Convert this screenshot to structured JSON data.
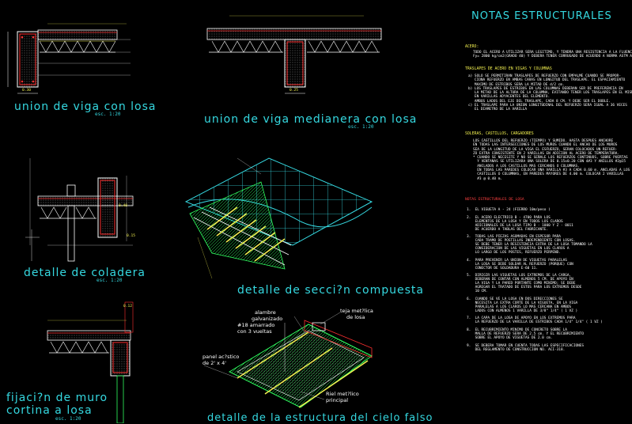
{
  "drawing_titles": {
    "union_viga_losa": "union de viga con losa",
    "union_viga_medianera": "union de viga medianera con losa",
    "detalle_coladera": "detalle de coladera",
    "detalle_seccion_compuesta": "detalle de secci?n compuesta",
    "fijacion_muro_line1": "fijaci?n de muro",
    "fijacion_muro_line2": "cortina a losa",
    "detalle_cielo_falso": "detalle de la estructura del cielo falso"
  },
  "scales": {
    "s1": "esc. 1:20",
    "s2": "esc. 1:20",
    "s3": "esc. 1:20",
    "s4": "esc. 1:20"
  },
  "labels": {
    "cielo_falso_1": "alambre",
    "cielo_falso_2": "galvanizado",
    "cielo_falso_3": "#18 amarrado",
    "cielo_falso_4": "con 3 vueltas",
    "teja_1": "teja met?lica",
    "teja_2": "de losa",
    "panel_1": "panel ac?stico",
    "panel_2": "de 2' x 4'",
    "riel_1": "Riel met?lico",
    "riel_2": "principal",
    "dim_030": "0.30",
    "dim_040": "0.40",
    "dim_025": "0.25",
    "dim_015": "0.15",
    "dim_012": "0.12"
  },
  "notes": {
    "title": "NOTAS ESTRUCTURALES",
    "acero_head": "ACERO:",
    "acero_body": "TODO EL ACERO A UTILIZAR SERA LEGITIMO, Y TENDRA UNA RESISTENCIA A LA FLUENCIA\nFy= 2800 kg/cm2(GRADO 40) Y DEBERA TENER CORRUGADO DE ACUERDO A NORMA ASTM A-615",
    "traslapes_head": "TRASLAPES DE ACERO EN VIGAS Y COLUMNAS",
    "traslapes_body": "a) SOLO SE PERMITIRAN TRASLAPES DE REFUERZO CON EMPALME CUANDO SE PROPOR-\n   CIONA REFUERZO EN AMBAS CARAS EN LONGITUD DEL TRASLAPE. EL ESPACIAMIENTO\n   MAXIMO DE ESTRIBOS SERA LA MITAD DE d/2 cm.\nb) LOS TRASLAPES DE ESTRIBOS EN LAS COLUMNAS DEBERAN SER DE PREFERENCIA EN\n   LA MITAD DE LA ALTURA DE LA COLUMNA, EVITANDO TENER LOS TRASLAPES EN EL MISMO PUNTO\n   EN VARILLAS ADYACENTES DEL ELEMENTO.\n   AMBOS LADOS DEL EJE DEL TRASLAPE, CADA 8 CM. Y DEBE SER EL DOBLE.\nc) EL TRASLAPE PARA LA UNION LONGITUDINAL DEL REFUERZO SERA IGUAL A 36 VECES\n   EL DIAMETRO DE LA VARILLA",
    "soleras_head": "SOLERAS, CASTILLOS, CARGADORES",
    "soleras_body": "LOS CASTILLOS DEL REFUERZO (TIEMPO) Y SUMIDO. HASTA DESPUES ANCHORE\nEN TODAS LAS INTERSECCIONES DE LOS MUROS CUANDO EL ANCHO DE LOS MUROS\nSEA DE LA LONGITUD DE LA VIGA EL ESFUERZO, SERAN COLOCADOS UN REFUER-\nZO EXTRA CONSISTENTE EN 2 VARILLAS EN ADICION AL ACERO DE TEMPERATURA.\n* CUANDO SE NECESITE Y NO SE SEÑALE LOS REFUERZOS CONTINUOS, SOBRE PUERTAS\n  Y VENTANAS SE UTILIZARA UNA SOLERA DE 0.15x0.20 CON 4#3 Y ANILLOS #2@15\n  ANCLADOS A LOS CASTILLOS MAS CERCANOS O COLUMNAS.\n  EN TODAS LAS PAREDES COLOCAR UNA VARILLA #3 A CADA 0.60 m. ANCLADAS A LOS\n  CASTILLOS O COLUMNAS, EN PAREDES MAYORES DE 4.00 m. COLOCAR 2 VARILLAS\n  #3 @ 0.40 m.",
    "losa_head": "NOTAS ESTRUCTURALES DE LOSA",
    "losa_body": "1.  EL VIGUETA A - 24 (FIERRO 10m/peso )\n\n2.  EL ACERO ELECTRICO B - 4700 PARA LOS\n    ELEMENTOS DE LA LOSA Y EN TODOS LOS CLAROS\n    ADICIONALES DE LA LOSA TIPO B - 1000 Y Z - 0011\n    DE ACUERDO A TABLAS DEL FABRICANTE.\n\n3.  TODAS LAS PIEZAS ASOMADAS EN ESPESOR PARA\n    CADA TRAMO DE POSTILLAS INDEPENDIENTE CON LOSAS.\n    SE DEBE TENER LA RESISTENCIA EXTRA DE LA LOSA TOMANDO LA\n    CONSIDERACION DE LAS VIGUETAS EN LOS CLAROS A\n    LO LARGO DE LOS POSTES, REFUERZO PERPEND.\n\n4.  PARA PREVENIR LA UNION DE VIGUETAS PARALELAS\n    LA LOSA SE DEBE SOLDAR AL REFUERZO (PORQUE) CON\n    CONECTOR DE SOLDADURA E-60 11.\n\n5.  DIRIGIR LAS VIGUETAS LOS EXTREMOS DE LA CARGA,\n    DEBERAN DE CONTAR CON ALMENOS 5 CM. DE APOYO EN\n    LA VIGA Y LA PARED PORTANTE COMO MINIMO; SE DEBE\n    AGREGAR EL TRATADO DE ESTOS PARA LOS EXTREMOS DESDE\n    10 CM.\n\n6.  CUANDO SE VE LA LOSA EN DOS DIRECCIONES SE\n    NECESITA LA EXTRA CORTE DE LA VIGUETA, EN LA VIGA\n    PARALELAS A LOS CLAROS LO MAS CERCANA EN AMBOS\n    LADOS CON ALMENOS 1 VARILLA DE 3/8\" 1/4\" ( 1 VZ )\n\n7.  LA CAPA DE LA LOSA DE APOYO EN LOS EXTREMOS PARA\n    LA REFUERZO DE LA VARILLA DE ESTRIBOS CADA 1/4\" 1/4\" ( 1 VZ )\n\n8.  EL RECUBRIMIENTO MINIMO DE CONCRETO SOBRE LA\n    MALLA DE REFUERZO SERA DE 2.5 cm. Y EL RECUBRIMIENTO\n    SOBRE EL APOYO DE VIGUETAS DE 2.0 cm.\n\n9.  SE DEBERA TOMAR EN CUENTA TODAS LAS ESPECIFICACIONES\n    DEL REGLAMENTO DE CONSTRUCCION NO. ACI-318."
  },
  "colors": {
    "background": "#000000",
    "cyan": "#35d8e0",
    "yellow": "#f2f050",
    "red": "#ff3030",
    "magenta": "#ff40ff",
    "green": "#30ff60",
    "white": "#ffffff"
  }
}
